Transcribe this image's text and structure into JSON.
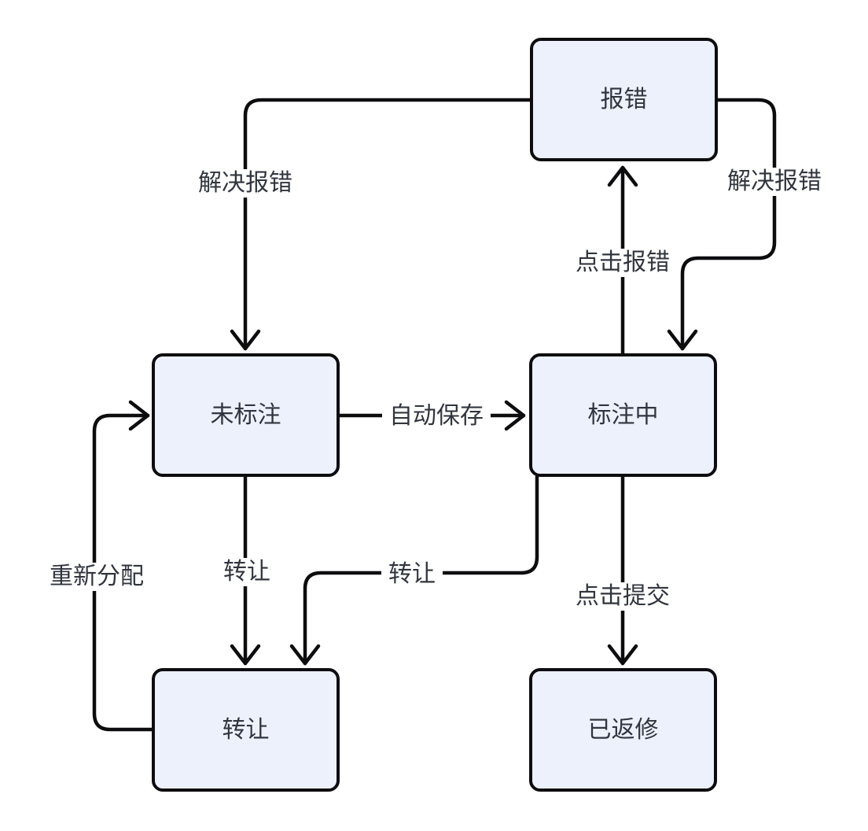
{
  "diagram": {
    "type": "flowchart-state-diagram",
    "nodes": [
      {
        "id": "baocuo",
        "label": "报错"
      },
      {
        "id": "weibiaozhu",
        "label": "未标注"
      },
      {
        "id": "biaozhuzhong",
        "label": "标注中"
      },
      {
        "id": "zhuanrang",
        "label": "转让"
      },
      {
        "id": "yifanxiu",
        "label": "已返修"
      }
    ],
    "edges": [
      {
        "from": "报错",
        "to": "未标注",
        "label": "解决报错"
      },
      {
        "from": "标注中",
        "to": "报错",
        "label": "点击报错"
      },
      {
        "from": "报错",
        "to": "标注中",
        "label": "解决报错"
      },
      {
        "from": "未标注",
        "to": "标注中",
        "label": "自动保存"
      },
      {
        "from": "未标注",
        "to": "转让",
        "label": "转让"
      },
      {
        "from": "标注中",
        "to": "转让",
        "label": "转让"
      },
      {
        "from": "转让",
        "to": "未标注",
        "label": "重新分配"
      },
      {
        "from": "标注中",
        "to": "已返修",
        "label": "点击提交"
      }
    ],
    "colors": {
      "background": "#ffffff",
      "node_fill": "#edf1fb",
      "stroke": "#0d0d0f",
      "text": "#31353e"
    }
  }
}
